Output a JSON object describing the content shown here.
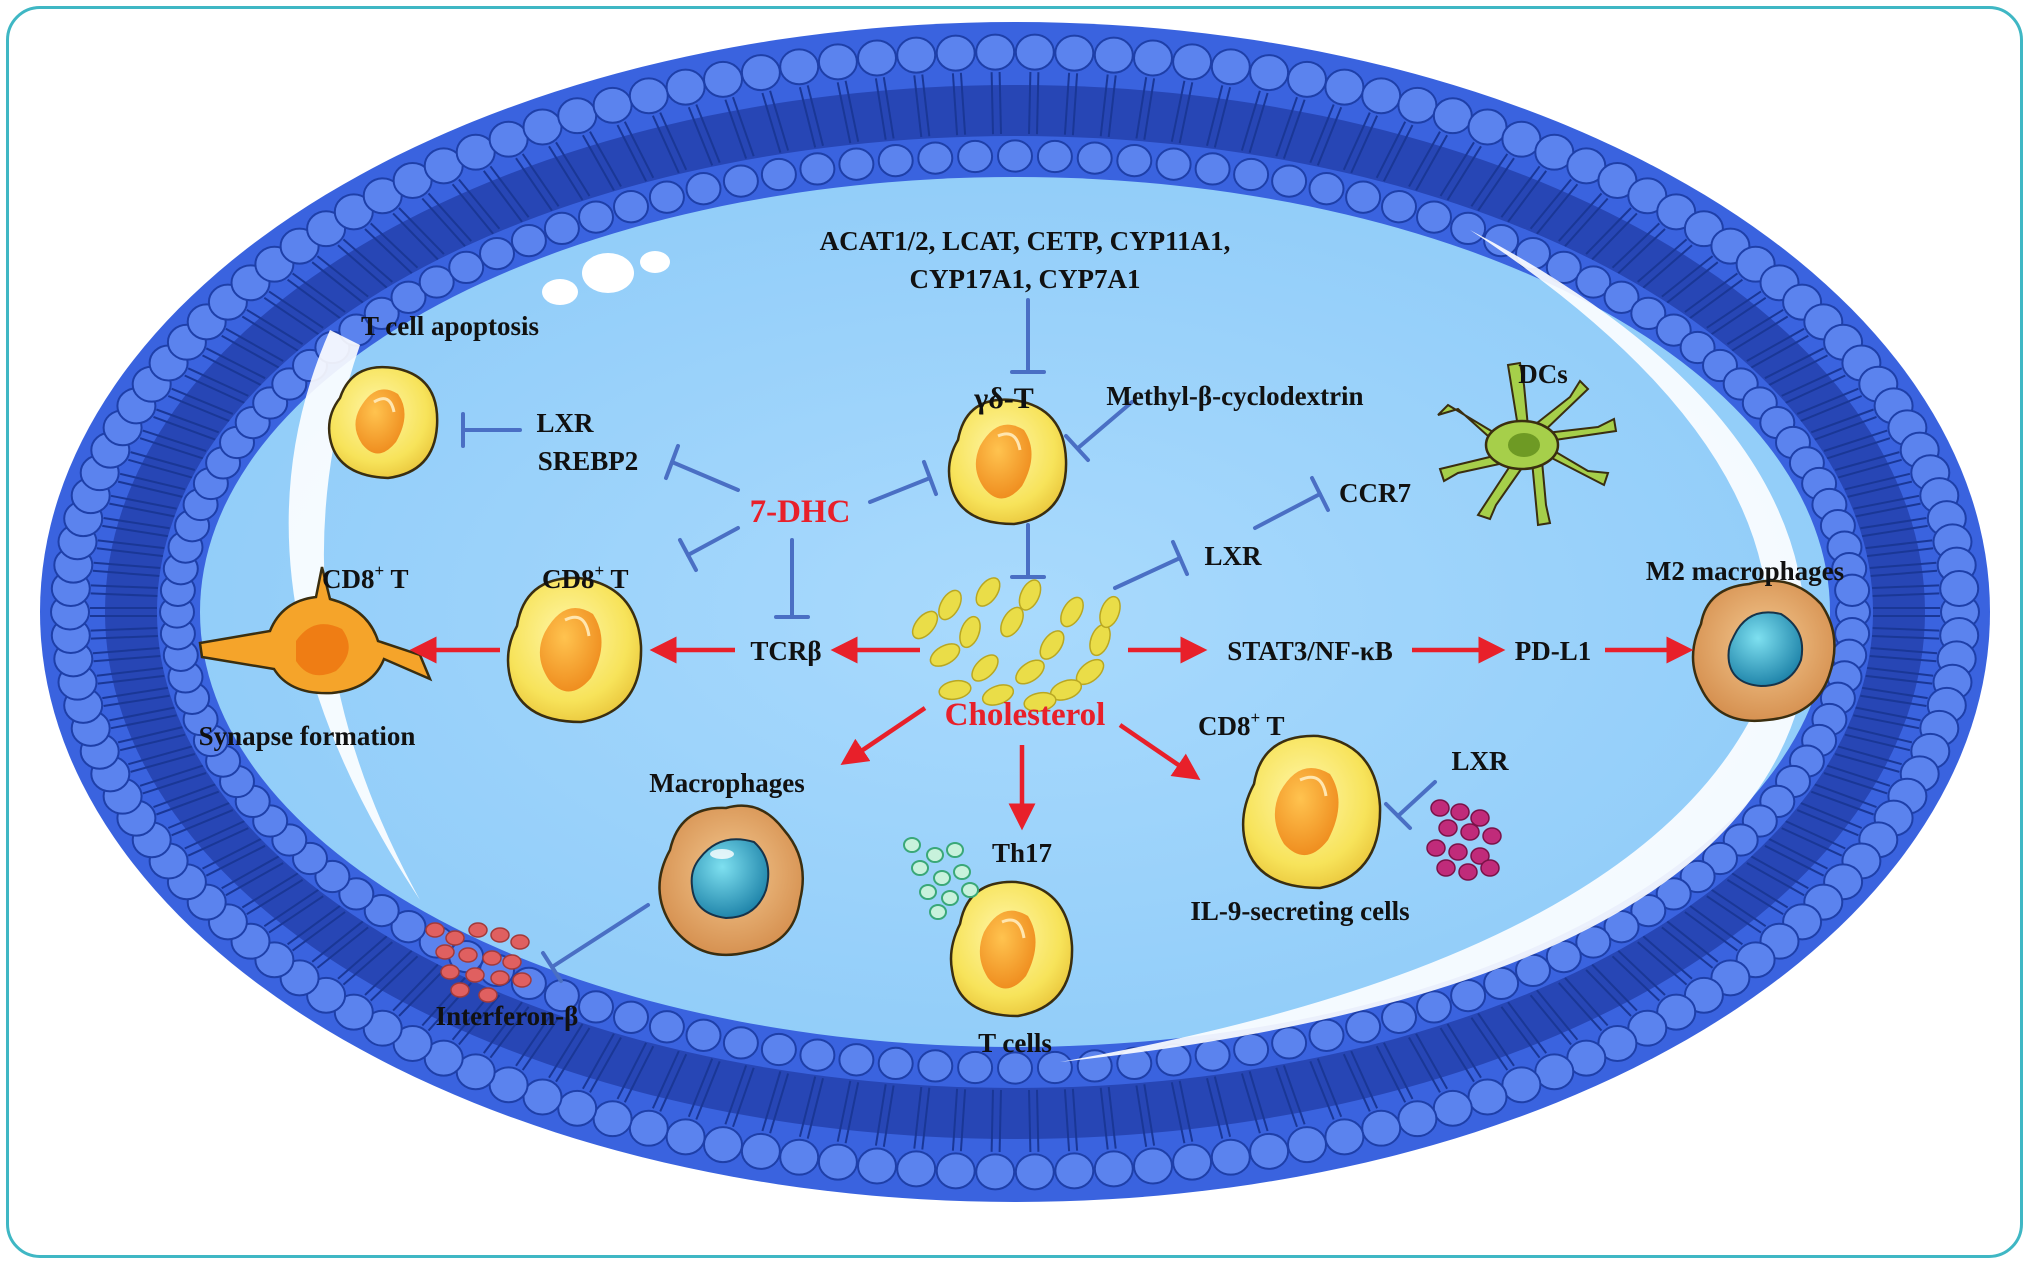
{
  "labels": {
    "enzymes_line1": "ACAT1/2, LCAT, CETP, CYP11A1,",
    "enzymes_line2": "CYP17A1, CYP7A1",
    "t_cell_apoptosis": "T cell apoptosis",
    "gamma_delta_t": "γδ-T",
    "methyl_cyclodextrin": "Methyl-β-cyclodextrin",
    "dcs": "DCs",
    "lxr_top": "LXR",
    "srebp2": "SREBP2",
    "seven_dhc": "7-DHC",
    "ccr7": "CCR7",
    "lxr_mid": "LXR",
    "cd8_left_base": "CD8",
    "cd8_left_sup": "+",
    "cd8_left_t": " T",
    "cd8_mid_base": "CD8",
    "cd8_mid_sup": "+",
    "cd8_mid_t": " T",
    "m2_macrophages": "M2 macrophages",
    "tcrb": "TCRβ",
    "stat3": "STAT3/NF-κB",
    "pdl1": "PD-L1",
    "cholesterol": "Cholesterol",
    "synapse_formation": "Synapse formation",
    "cd8_right_base": "CD8",
    "cd8_right_sup": "+",
    "cd8_right_t": " T",
    "lxr_right": "LXR",
    "macrophages": "Macrophages",
    "th17": "Th17",
    "il9_cells": "IL-9-secreting cells",
    "interferon_b": "Interferon-β",
    "t_cells": "T cells"
  },
  "colors": {
    "frame": "#3fb7c4",
    "membrane_outer": "#2d55d8",
    "membrane_head": "#5b83ee",
    "cell_interior": "#9dd3fb",
    "activation_arrow": "#e8202a",
    "inhibition_line": "#4a6fc4",
    "t_cell_body": "#f7e35a",
    "t_cell_nucleus": "#f19a24",
    "macrophage_body": "#e6a968",
    "macrophage_nucleus": "#2aa2c4",
    "dc_body": "#a6cf4a",
    "cholesterol_particle": "#eadd48",
    "interferon_particle": "#e06060",
    "lxr_particle": "#c02b7a",
    "th17_particle": "#8fe0b8"
  }
}
